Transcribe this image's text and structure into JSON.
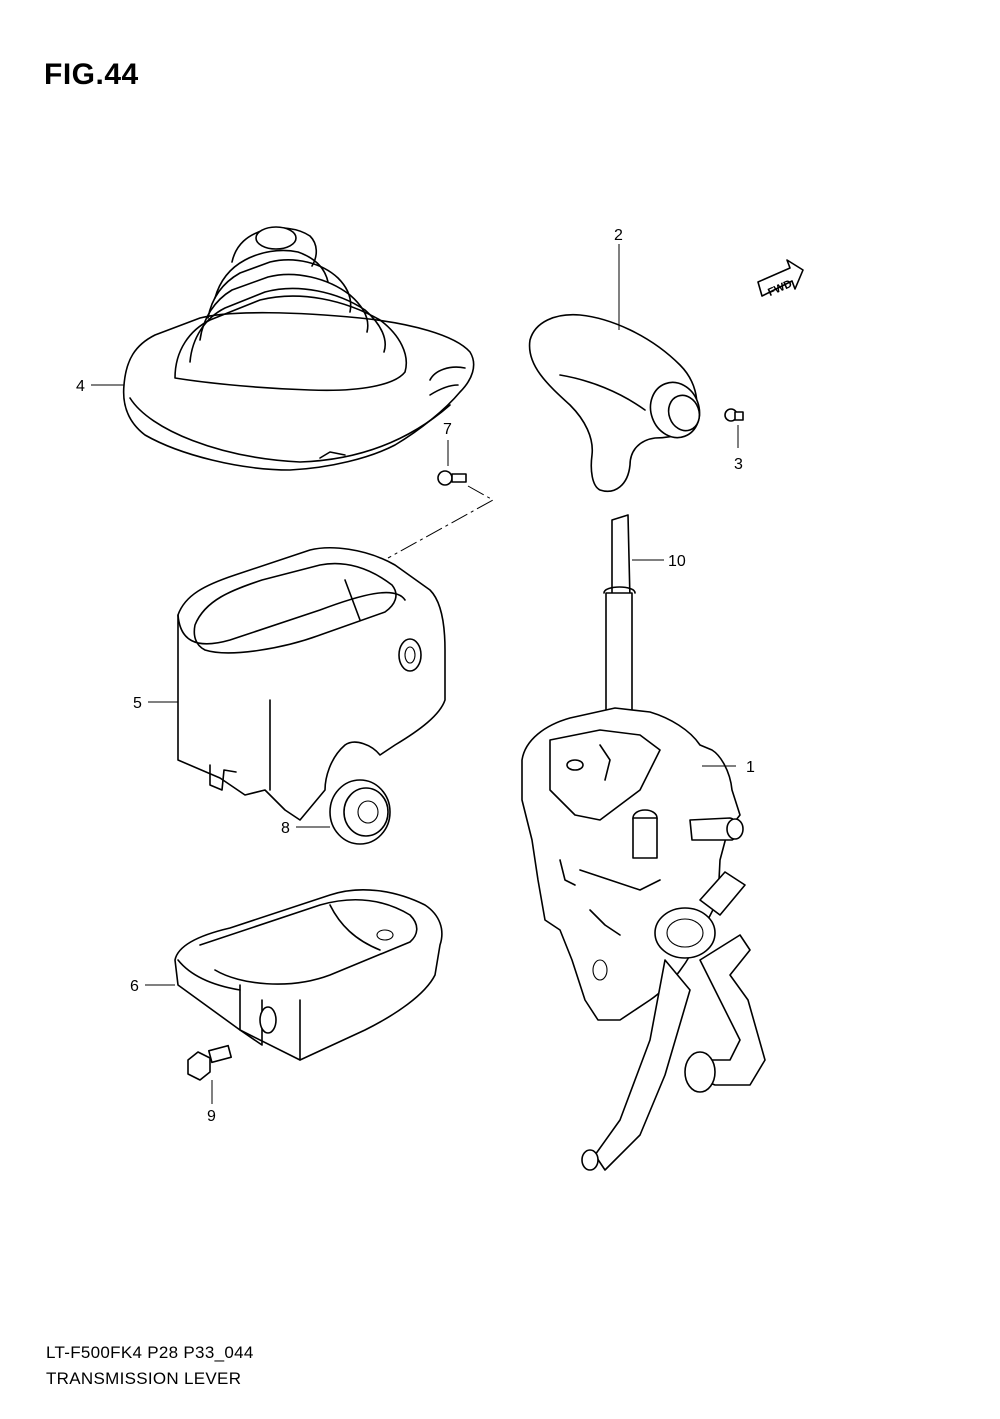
{
  "figure": {
    "title": "FIG.44",
    "model_code": "LT-F500FK4 P28 P33_044",
    "caption": "TRANSMISSION LEVER"
  },
  "fwd_badge": "FWD",
  "callouts": [
    {
      "id": "1",
      "label": "1"
    },
    {
      "id": "2",
      "label": "2"
    },
    {
      "id": "3",
      "label": "3"
    },
    {
      "id": "4",
      "label": "4"
    },
    {
      "id": "5",
      "label": "5"
    },
    {
      "id": "6",
      "label": "6"
    },
    {
      "id": "7",
      "label": "7"
    },
    {
      "id": "8",
      "label": "8"
    },
    {
      "id": "9",
      "label": "9"
    },
    {
      "id": "10",
      "label": "10"
    }
  ]
}
